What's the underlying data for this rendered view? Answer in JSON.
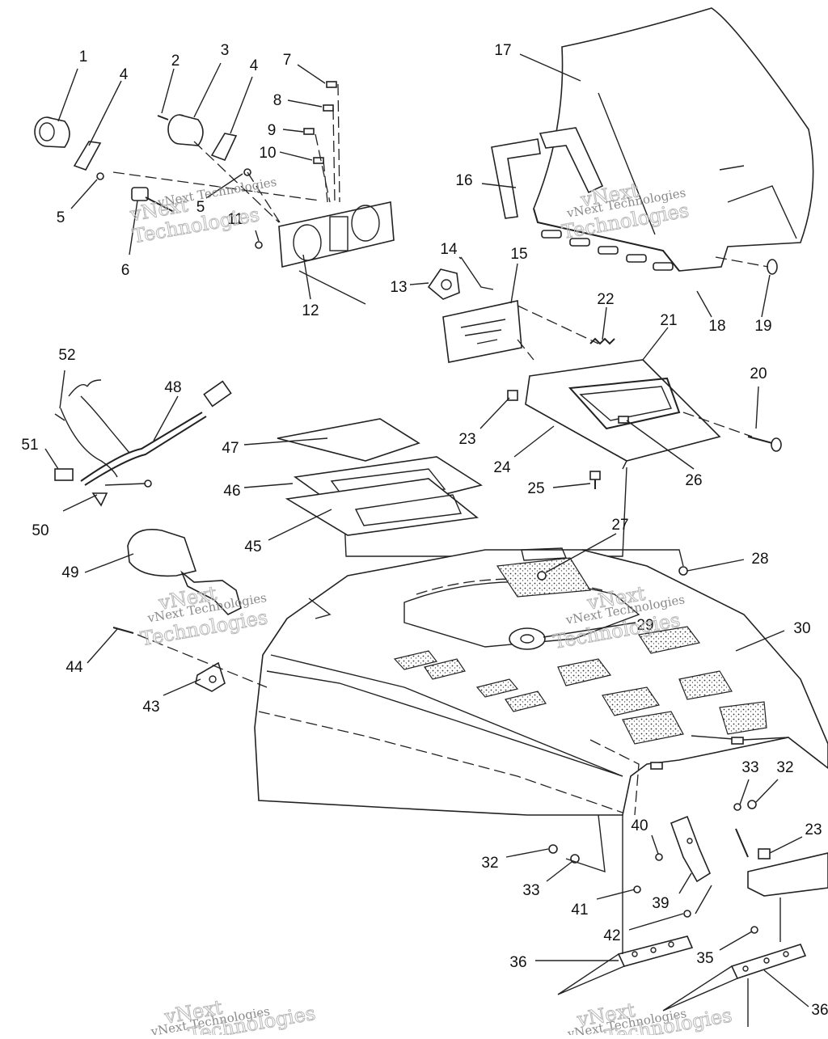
{
  "diagram": {
    "part_labels": [
      "1",
      "2",
      "3",
      "4",
      "4",
      "5",
      "5",
      "6",
      "7",
      "8",
      "9",
      "10",
      "11",
      "12",
      "13",
      "14",
      "15",
      "16",
      "17",
      "18",
      "19",
      "20",
      "21",
      "22",
      "23",
      "23",
      "24",
      "25",
      "26",
      "27",
      "28",
      "29",
      "30",
      "32",
      "32",
      "33",
      "33",
      "35",
      "36",
      "36",
      "39",
      "40",
      "41",
      "42",
      "43",
      "44",
      "45",
      "46",
      "47",
      "48",
      "49",
      "50",
      "51",
      "52"
    ],
    "watermark": {
      "text": "vNext Technologies",
      "big_top": "vNext",
      "big_bottom": "Technologies"
    }
  }
}
